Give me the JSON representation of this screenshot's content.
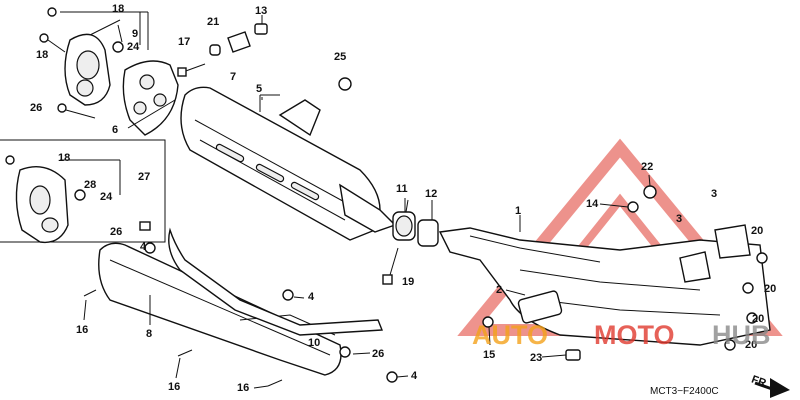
{
  "diagram": {
    "code": "MCT3−F2400C",
    "direction_label": "FR.",
    "labels": [
      {
        "id": "l18a",
        "text": "18"
      },
      {
        "id": "l9",
        "text": "9"
      },
      {
        "id": "l24a",
        "text": "24"
      },
      {
        "id": "l18b",
        "text": "18"
      },
      {
        "id": "l21",
        "text": "21"
      },
      {
        "id": "l13",
        "text": "13"
      },
      {
        "id": "l17",
        "text": "17"
      },
      {
        "id": "l7",
        "text": "7"
      },
      {
        "id": "l25",
        "text": "25"
      },
      {
        "id": "l26a",
        "text": "26"
      },
      {
        "id": "l6",
        "text": "6"
      },
      {
        "id": "l5",
        "text": "5"
      },
      {
        "id": "l18c",
        "text": "18"
      },
      {
        "id": "l27",
        "text": "27"
      },
      {
        "id": "l28",
        "text": "28"
      },
      {
        "id": "l24b",
        "text": "24"
      },
      {
        "id": "l11",
        "text": "11"
      },
      {
        "id": "l12",
        "text": "12"
      },
      {
        "id": "l1",
        "text": "1"
      },
      {
        "id": "l22",
        "text": "22"
      },
      {
        "id": "l14",
        "text": "14"
      },
      {
        "id": "l3a",
        "text": "3"
      },
      {
        "id": "l3b",
        "text": "3"
      },
      {
        "id": "l20a",
        "text": "20"
      },
      {
        "id": "l20b",
        "text": "20"
      },
      {
        "id": "l20c",
        "text": "20"
      },
      {
        "id": "l20d",
        "text": "20"
      },
      {
        "id": "l26b",
        "text": "26"
      },
      {
        "id": "l4a",
        "text": "4"
      },
      {
        "id": "l19",
        "text": "19"
      },
      {
        "id": "l4b",
        "text": "4"
      },
      {
        "id": "l16a",
        "text": "16"
      },
      {
        "id": "l8",
        "text": "8"
      },
      {
        "id": "l10",
        "text": "10"
      },
      {
        "id": "l26c",
        "text": "26"
      },
      {
        "id": "l2",
        "text": "2"
      },
      {
        "id": "l15",
        "text": "15"
      },
      {
        "id": "l23",
        "text": "23"
      },
      {
        "id": "l16b",
        "text": "16"
      },
      {
        "id": "l16c",
        "text": "16"
      },
      {
        "id": "l4c",
        "text": "4"
      }
    ]
  },
  "watermark": {
    "word1": "AUTO",
    "word2": "MOTO",
    "word3": "HUB",
    "color_red": "#e03a2f",
    "color_orange": "#f4a21b",
    "color_gray": "#8a8a8a"
  }
}
